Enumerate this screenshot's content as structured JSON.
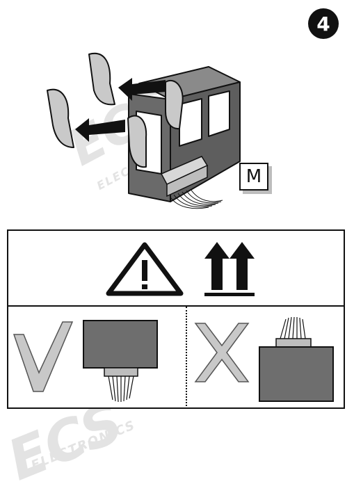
{
  "step": {
    "number": "4"
  },
  "module": {
    "label": "M"
  },
  "watermark": {
    "main": "ECS",
    "sub": "ELECTRONICS",
    "sub_partial": "ELECTRONICS"
  },
  "icons": {
    "warning": "warning-triangle-icon",
    "orientation": "this-side-up-arrows-icon",
    "correct": "checkmark-icon",
    "wrong": "cross-icon"
  },
  "colors": {
    "module_body": "#6e6e6e",
    "tape": "#c8c8c8",
    "outline": "#111111",
    "watermark": "#e3e3e3"
  }
}
